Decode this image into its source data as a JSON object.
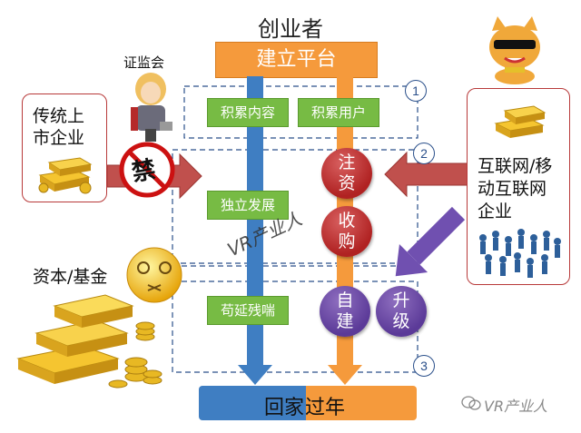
{
  "title": "创业者",
  "regulator": "证监会",
  "top_bar": "建立平台",
  "phase1": {
    "number": "1",
    "left": "积累内容",
    "right": "积累用户"
  },
  "phase2": {
    "number": "2",
    "independent": "独立发展",
    "invest_a": "注",
    "invest_b": "资",
    "acquire_a": "收",
    "acquire_b": "购"
  },
  "phase3": {
    "number": "3",
    "struggle": "苟延残喘",
    "self_a": "自",
    "self_b": "建",
    "upgrade_a": "升",
    "upgrade_b": "级"
  },
  "bottom_bar": {
    "left": "回家",
    "right": "过年"
  },
  "left_party": {
    "line1": "传统上",
    "line2": "市企业"
  },
  "right_party": {
    "line1": "互联网/移",
    "line2": "动互联网",
    "line3": "企业"
  },
  "capital": "资本/基金",
  "forbidden_char": "禁",
  "watermark": "VR产业人",
  "brand": "VR产业人",
  "colors": {
    "blue": "#3f7ec2",
    "orange": "#f59a3c",
    "green": "#77bb44",
    "red": "#b02222",
    "purple": "#6a4aa8",
    "dark_red": "#b83a3a"
  }
}
